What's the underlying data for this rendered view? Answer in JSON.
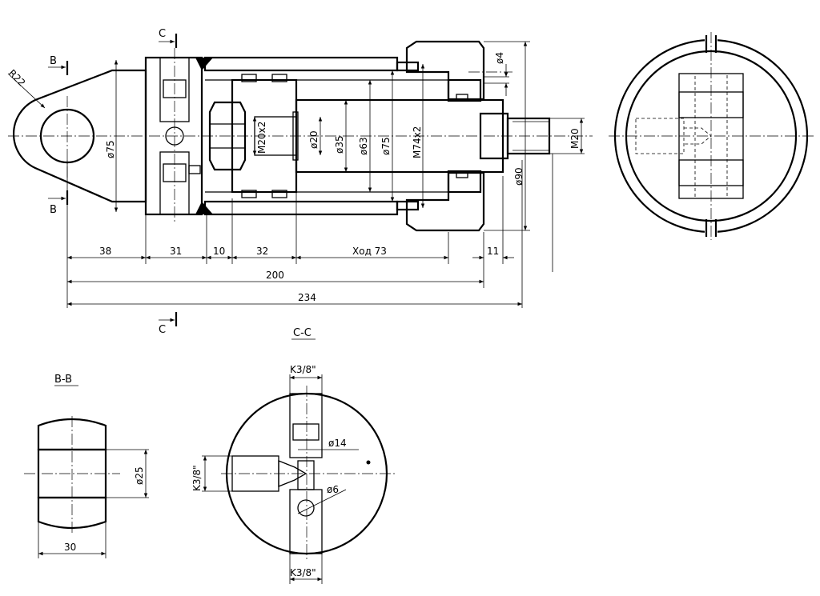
{
  "section_marks": {
    "c_top": "C",
    "c_bottom": "C",
    "b_top": "B",
    "b_bottom": "B"
  },
  "view_titles": {
    "section_cc": "C-C",
    "section_bb": "B-B"
  },
  "main_view_dims": {
    "r22": "R22",
    "d75_left": "ø75",
    "m20x2": "M20x2",
    "d20": "ø20",
    "d35": "ø35",
    "d63": "ø63",
    "d75": "ø75",
    "m74x2": "M74x2",
    "d90": "ø90",
    "m20": "M20",
    "d4": "ø4",
    "l38": "38",
    "l31": "31",
    "l10": "10",
    "l32": "32",
    "stroke": "Ход 73",
    "l11": "11",
    "l200": "200",
    "l234": "234"
  },
  "section_cc_dims": {
    "k38_top": "K3/8\"",
    "k38_left": "K3/8\"",
    "k38_bottom": "K3/8\"",
    "d14": "ø14",
    "d6": "ø6"
  },
  "section_bb_dims": {
    "d25": "ø25",
    "w30": "30"
  }
}
